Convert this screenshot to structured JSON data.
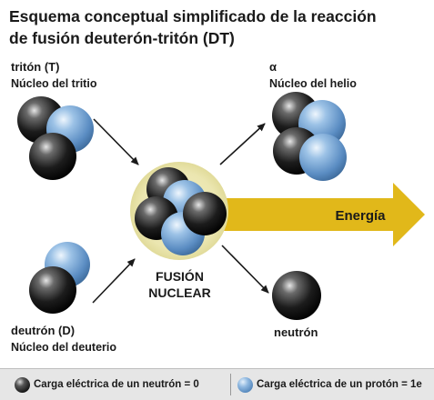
{
  "title_line1": "Esquema conceptual simplificado de la reacción",
  "title_line2": "de fusión deuterón-tritón (DT)",
  "triton": {
    "name": "tritón (T)",
    "desc": "Núcleo del tritio"
  },
  "deuteron": {
    "name": "deutrón (D)",
    "desc": "Núcleo del deuterio"
  },
  "alpha": {
    "name": "α",
    "desc": "Núcleo del helio"
  },
  "neutron": {
    "name": "neutrón"
  },
  "fusion": {
    "line1": "FUSIÓN",
    "line2": "NUCLEAR"
  },
  "energy_label": "Energía",
  "legend": {
    "neutron_text": "Carga eléctrica de un neutrón = 0",
    "proton_text": "Carga eléctrica de un protón = 1e"
  },
  "colors": {
    "energy_arrow": "#e1b81a",
    "fusion_glow": "#ece8b2",
    "proton": "#6f9fd0",
    "neutron": "#1b1b1b"
  }
}
